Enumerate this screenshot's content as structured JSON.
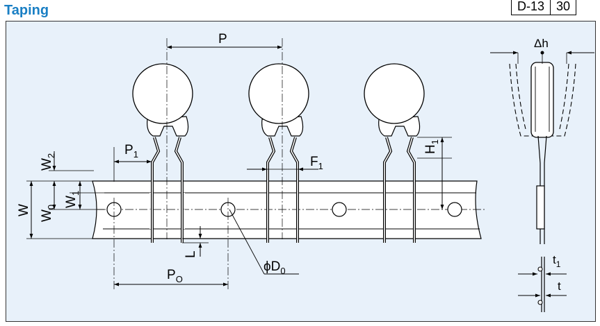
{
  "header": {
    "title": "Taping",
    "code": "D-13",
    "page_fragment": "30"
  },
  "labels": {
    "P": "P",
    "P1": "P",
    "P1_sub": "1",
    "F1": "F",
    "F1_sub": "1",
    "H1": "H",
    "H1_sub": "1",
    "W": "W",
    "W0": "W",
    "W0_sub": "0",
    "W1": "W",
    "W1_sub": "1",
    "W2": "W",
    "W2_sub": "2",
    "L": "L",
    "Po": "P",
    "Po_sub": "O",
    "D0": "ϕD",
    "D0_sub": "0",
    "dh": "Δh",
    "t": "t",
    "t1": "t",
    "t1_sub": "1"
  }
}
